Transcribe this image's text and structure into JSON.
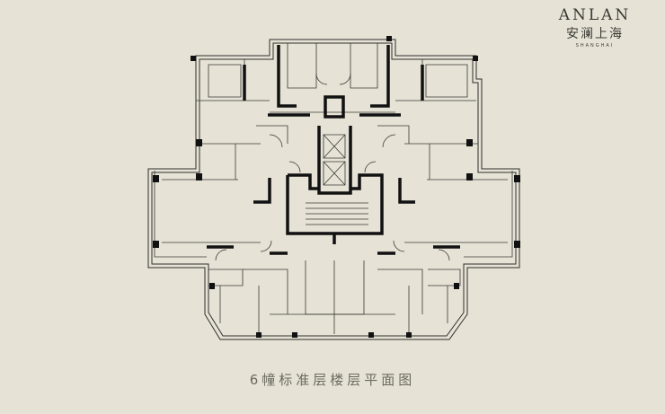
{
  "logo": {
    "wordmark": "ANLAN",
    "chinese": "安澜上海",
    "subtitle": "SHANGHAI"
  },
  "caption": "6幢标准层楼层平面图",
  "colors": {
    "background": "#e6e2d6",
    "line": "#2f2f2b",
    "wall": "#111111",
    "caption": "#6b6a60"
  }
}
